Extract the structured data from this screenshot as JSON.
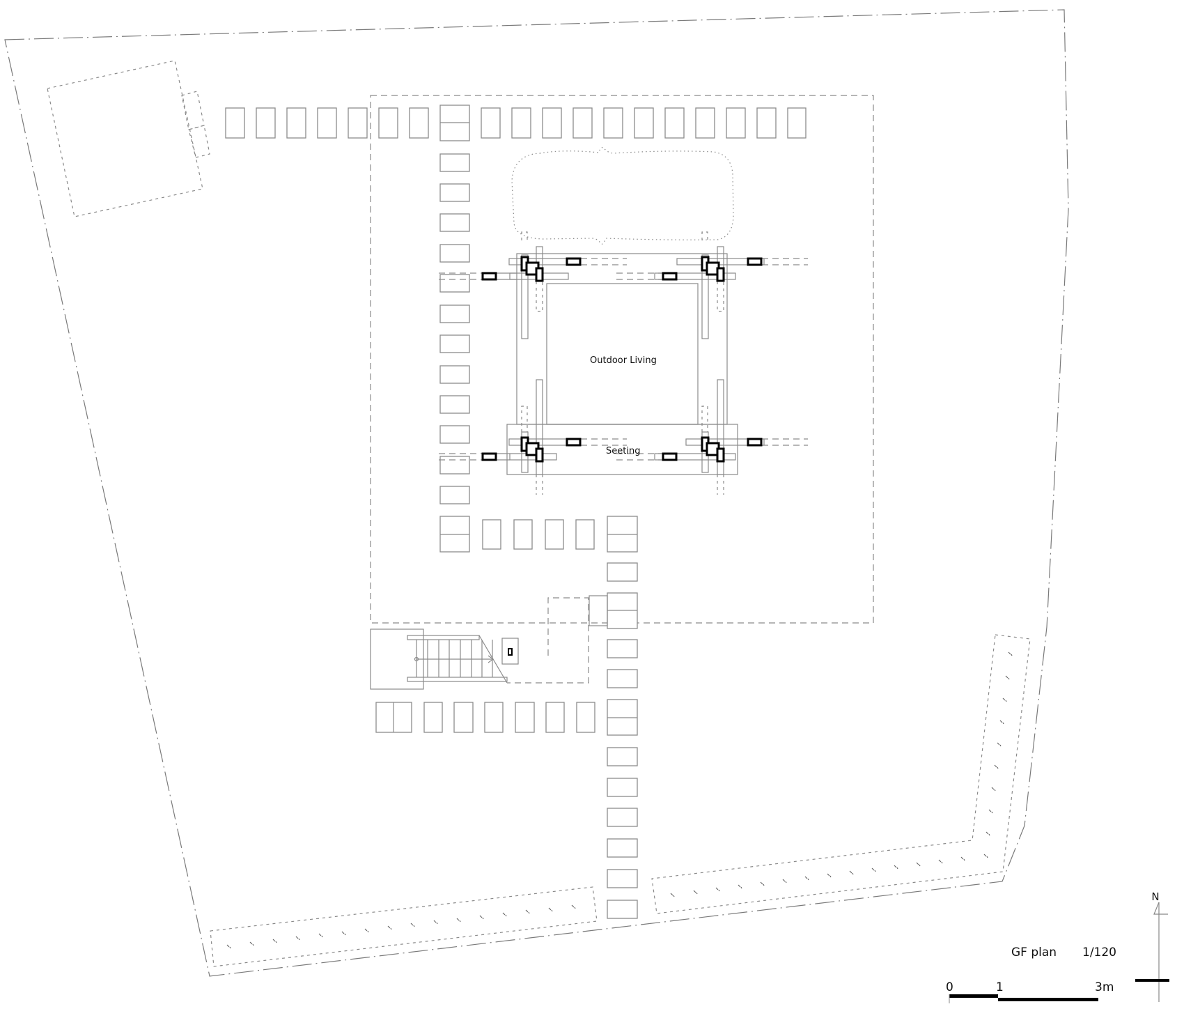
{
  "drawing": {
    "title": "GF plan",
    "scale_ratio": "1/120",
    "rooms": {
      "outdoor_living": "Outdoor Living",
      "seating": "Seeting"
    },
    "scale_bar": {
      "ticks": [
        "0",
        "1",
        "3m"
      ]
    },
    "north_arrow": {
      "label": "N"
    },
    "colors": {
      "line": "#8a8a8a",
      "post": "#000000",
      "background": "#ffffff"
    }
  },
  "paving": {
    "top_row_left_x": [
      324,
      368,
      412,
      456,
      500,
      544,
      588
    ],
    "top_row_right_x": [
      691,
      735,
      779,
      823,
      867,
      911,
      955,
      999,
      1043,
      1087,
      1131
    ],
    "left_column_y": [
      221,
      264,
      307,
      351,
      394,
      438,
      481,
      525,
      568,
      611,
      655,
      698
    ],
    "mid_row_x": [
      700,
      744,
      788,
      832
    ],
    "east_column_y": [
      814,
      925,
      968,
      1073,
      1117,
      1160,
      1204,
      1248,
      1292
    ],
    "bottom_row_x": [
      609,
      652,
      696,
      740,
      784,
      828
    ]
  }
}
